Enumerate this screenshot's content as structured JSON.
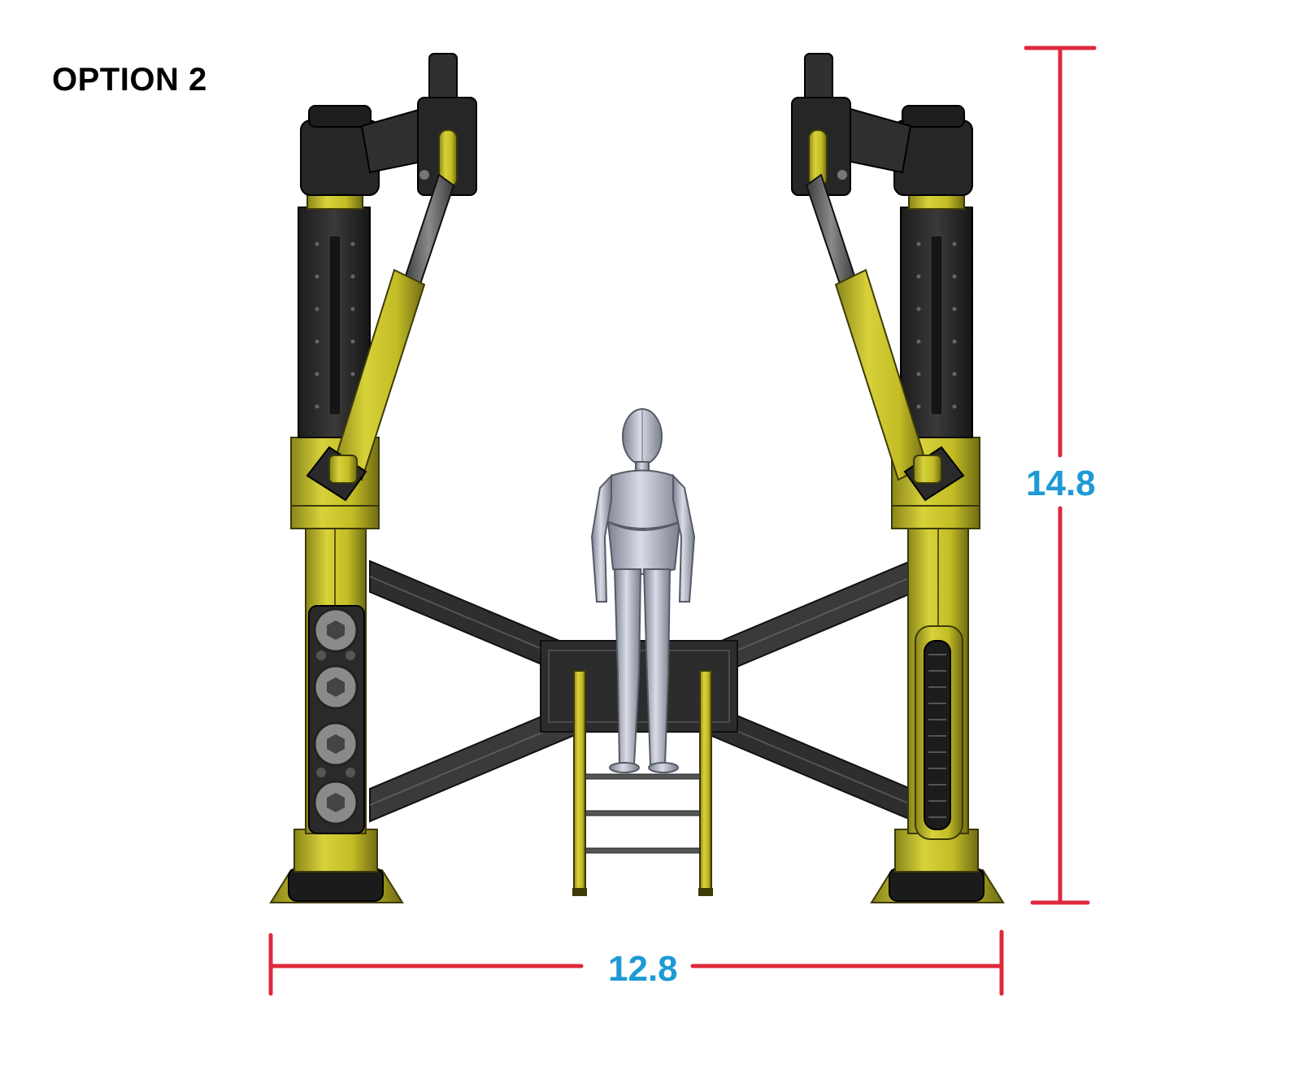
{
  "title": "OPTION 2",
  "dimensions": {
    "height": "14.8",
    "width": "12.8"
  },
  "colors": {
    "dimension_line": "#e0283c",
    "dimension_text": "#1e9ad6",
    "frame_yellow": "#c9c327",
    "frame_black": "#2b2b2b",
    "figure_silver": "#b4b8c6"
  }
}
